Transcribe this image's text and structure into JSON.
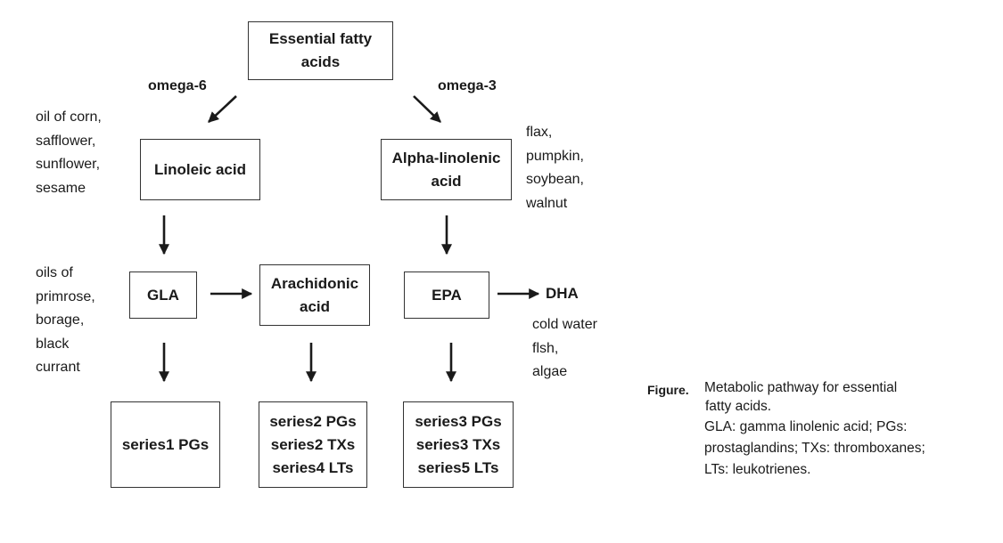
{
  "nodes": {
    "efa": [
      "Essential fatty",
      "acids"
    ],
    "linoleic": [
      "Linoleic acid"
    ],
    "alpha_linolenic": [
      "Alpha-linolenic",
      "acid"
    ],
    "gla": [
      "GLA"
    ],
    "arachidonic": [
      "Arachidonic",
      "acid"
    ],
    "epa": [
      "EPA"
    ],
    "dha": "DHA",
    "series1": [
      "series1 PGs"
    ],
    "series2": [
      "series2 PGs",
      "series2 TXs",
      "series4 LTs"
    ],
    "series3": [
      "series3 PGs",
      "series3 TXs",
      "series5 LTs"
    ]
  },
  "branch_labels": {
    "omega6": "omega-6",
    "omega3": "omega-3"
  },
  "sources": {
    "linoleic": [
      "oil of corn,",
      "safflower,",
      "sunflower,",
      "sesame"
    ],
    "alpha_linolenic": [
      "flax,",
      "pumpkin,",
      "soybean,",
      "walnut"
    ],
    "gla": [
      "oils of",
      "primrose,",
      "borage,",
      "black",
      "currant"
    ],
    "dha": [
      "cold water",
      "flsh,",
      "algae"
    ]
  },
  "caption": {
    "tag": "Figure.",
    "title_line1": "Metabolic pathway for essential",
    "title_line2": "fatty acids.",
    "abbrev": [
      "GLA: gamma linolenic acid; PGs:",
      "prostaglandins; TXs: thromboxanes;",
      "LTs: leukotrienes."
    ]
  },
  "colors": {
    "line": "#1a1a1a",
    "box_border": "#333333",
    "text": "#1a1a1a"
  }
}
